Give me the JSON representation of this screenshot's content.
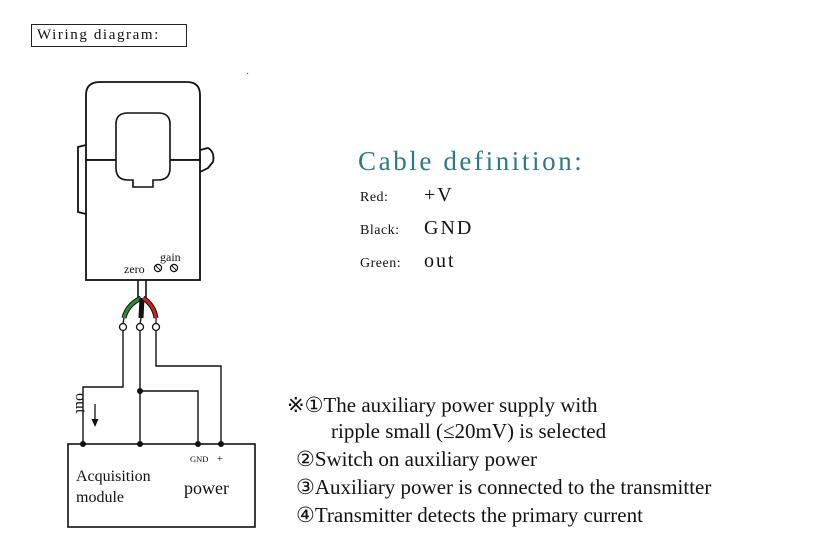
{
  "title": "Wiring diagram:",
  "cable_definition": {
    "heading": "Cable definition:",
    "rows": [
      {
        "label": "Red:",
        "value": "+V"
      },
      {
        "label": "Black:",
        "value": "GND"
      },
      {
        "label": "Green:",
        "value": "out"
      }
    ]
  },
  "sensor": {
    "zero_label": "zero",
    "gain_label": "gain"
  },
  "wire_colors": {
    "green": "#2e8b3a",
    "black": "#111111",
    "red": "#cc2222"
  },
  "module": {
    "out_label": "out",
    "gnd_label": "GND",
    "plus_label": "+",
    "acquisition_line1": "Acquisition",
    "acquisition_line2": "module",
    "power_label": "power"
  },
  "notes": [
    "※①The auxiliary power supply with",
    "ripple small (≤20mV) is selected",
    "②Switch on auxiliary power",
    "③Auxiliary power is connected to the transmitter",
    "④Transmitter detects the primary current"
  ]
}
